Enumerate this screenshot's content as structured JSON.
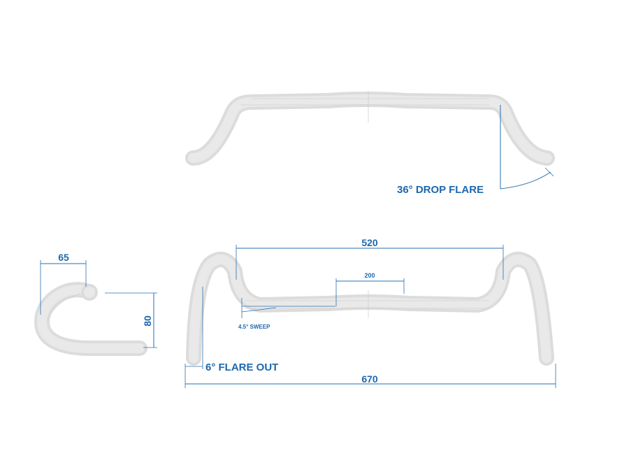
{
  "labels": {
    "drop_flare": "36° DROP FLARE",
    "width_top": "520",
    "center_clamp": "200",
    "sweep": "4.5° SWEEP",
    "flare_out": "6° FLARE OUT",
    "width_bottom": "670",
    "reach": "65",
    "drop": "80"
  },
  "colors": {
    "dimension_blue": "#1d67ad",
    "bar_grey": "#dcdcdc"
  }
}
